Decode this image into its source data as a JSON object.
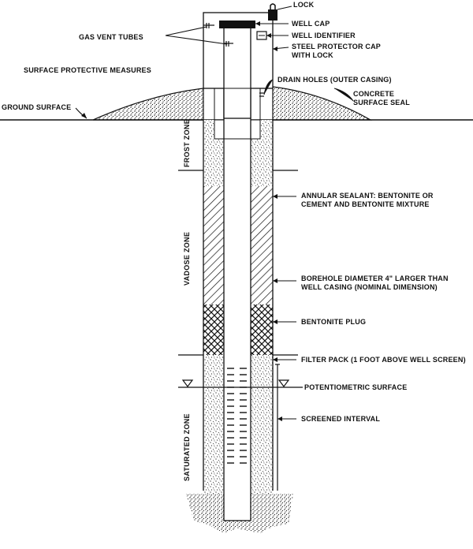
{
  "diagram": {
    "labels": {
      "lock": "LOCK",
      "well_cap": "WELL CAP",
      "gas_vent_tubes": "GAS VENT TUBES",
      "well_identifier": "WELL IDENTIFIER",
      "steel_protector_cap_1": "STEEL PROTECTOR CAP",
      "steel_protector_cap_2": "WITH LOCK",
      "surface_protective_measures": "SURFACE PROTECTIVE MEASURES",
      "drain_holes": "DRAIN HOLES (OUTER CASING)",
      "concrete_seal_1": "CONCRETE",
      "concrete_seal_2": "SURFACE SEAL",
      "ground_surface": "GROUND SURFACE",
      "annular_sealant_1": "ANNULAR SEALANT: BENTONITE OR",
      "annular_sealant_2": "CEMENT AND BENTONITE MIXTURE",
      "borehole_diameter_1": "BOREHOLE DIAMETER 4\" LARGER THAN",
      "borehole_diameter_2": "WELL CASING (NOMINAL DIMENSION)",
      "bentonite_plug": "BENTONITE PLUG",
      "filter_pack": "FILTER PACK (1 FOOT ABOVE WELL SCREEN)",
      "potentiometric_surface": "POTENTIOMETRIC SURFACE",
      "screened_interval": "SCREENED INTERVAL"
    },
    "zones": {
      "frost": "FROST ZONE",
      "vadose": "VADOSE ZONE",
      "saturated": "SATURATED ZONE"
    }
  }
}
